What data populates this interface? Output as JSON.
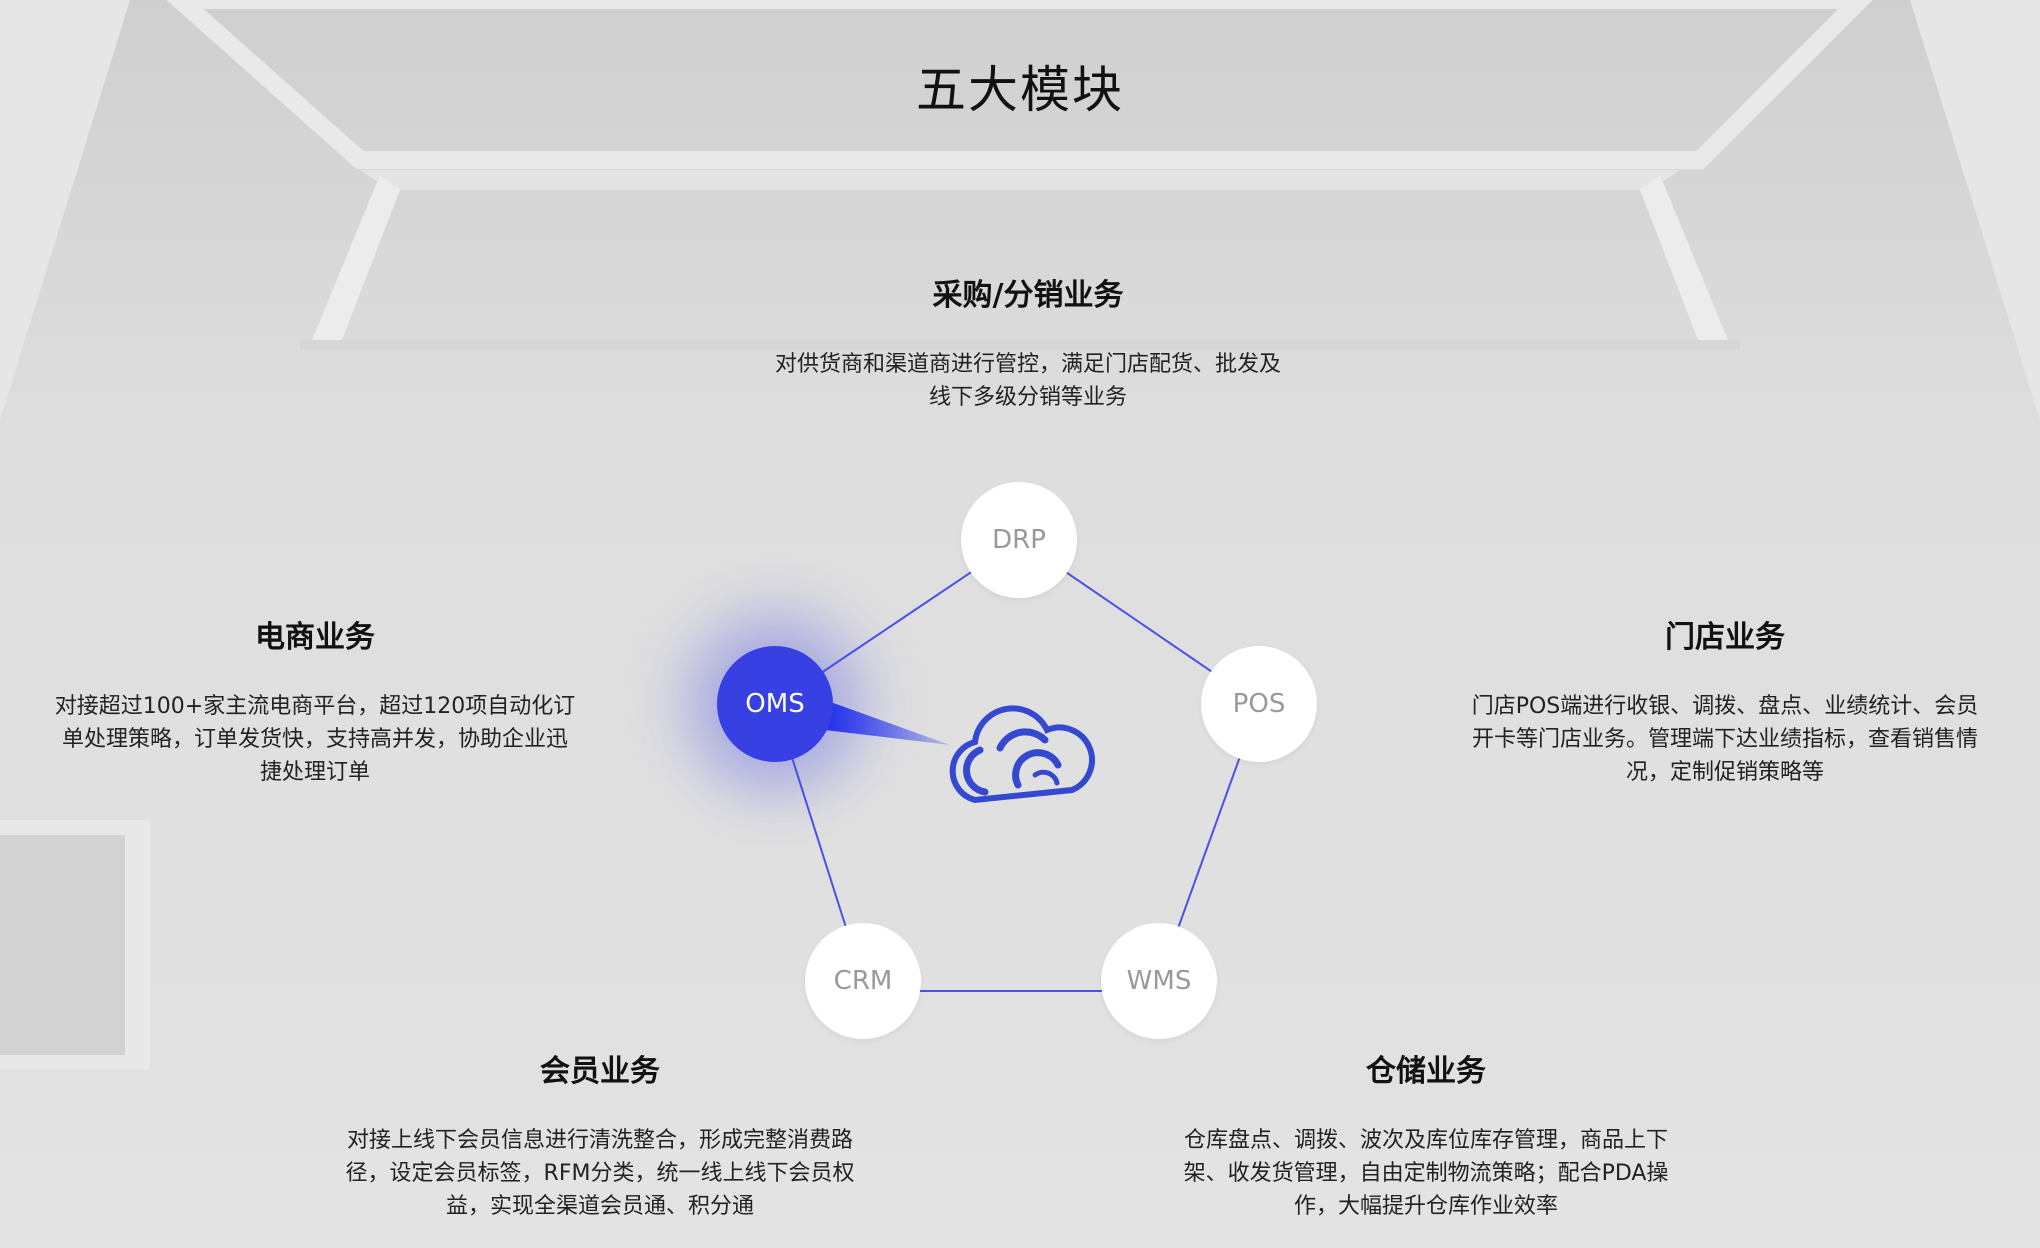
{
  "page_title": "五大模块",
  "colors": {
    "accent": "#3640e3",
    "line": "#4a52e6",
    "background": "#dcdcdc"
  },
  "modules": {
    "purchase": {
      "title": "采购/分销业务",
      "lines": [
        "对供货商和渠道商进行管控，满足门店配货、批发及",
        "线下多级分销等业务"
      ]
    },
    "ecommerce": {
      "title": "电商业务",
      "lines": [
        "对接超过100+家主流电商平台，超过120项自动化订",
        "单处理策略，订单发货快，支持高并发，协助企业迅",
        "捷处理订单"
      ]
    },
    "store": {
      "title": "门店业务",
      "lines": [
        "门店POS端进行收银、调拨、盘点、业绩统计、会员",
        "开卡等门店业务。管理端下达业绩指标，查看销售情",
        "况，定制促销策略等"
      ]
    },
    "member": {
      "title": "会员业务",
      "lines": [
        "对接上线下会员信息进行清洗整合，形成完整消费路",
        "径，设定会员标签，RFM分类，统一线上线下会员权",
        "益，实现全渠道会员通、积分通"
      ]
    },
    "warehouse": {
      "title": "仓储业务",
      "lines": [
        "仓库盘点、调拨、波次及库位库存管理，商品上下",
        "架、收发货管理，自由定制物流策略；配合PDA操",
        "作，大幅提升仓库作业效率"
      ]
    }
  },
  "nodes": {
    "drp": "DRP",
    "oms": "OMS",
    "pos": "POS",
    "crm": "CRM",
    "wms": "WMS"
  },
  "active_node": "OMS",
  "center_icon": "cloud-icon"
}
